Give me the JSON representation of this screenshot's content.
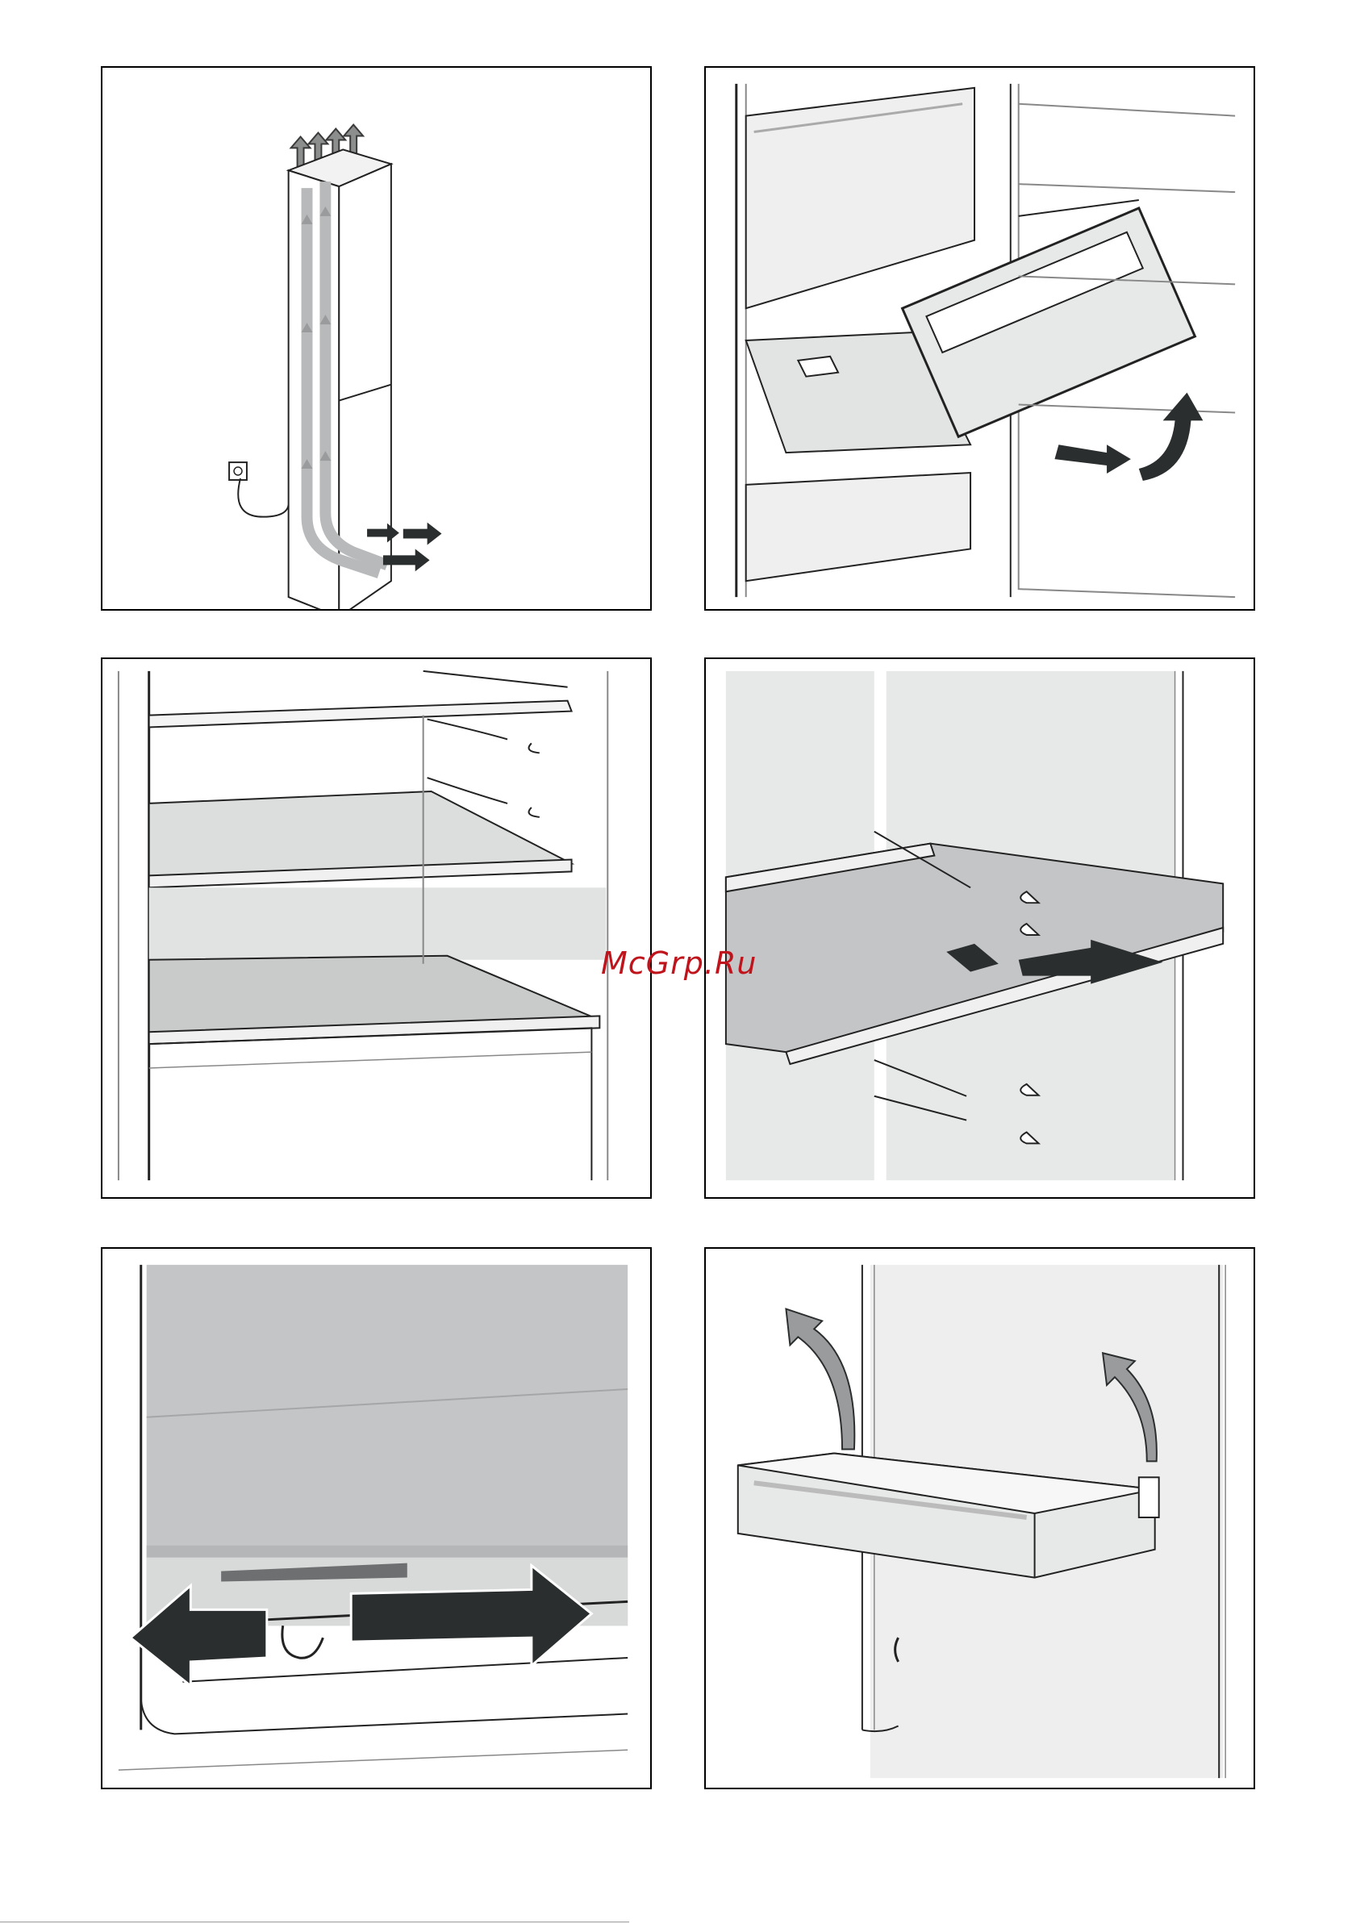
{
  "watermark": "McGrp.Ru",
  "colors": {
    "dark_arrow": "#2b2e2e",
    "panel_border": "#000000",
    "light_gray": "#e7e8e8",
    "mid_gray": "#c4c5c6",
    "watermark": "#c0141c"
  },
  "panels": [
    {
      "icon": "ventilation-airflow-illustration"
    },
    {
      "icon": "freezer-drawer-removal-illustration"
    },
    {
      "icon": "glass-shelves-illustration"
    },
    {
      "icon": "shelf-slide-out-illustration"
    },
    {
      "icon": "sliding-cover-illustration"
    },
    {
      "icon": "door-shelf-lift-illustration"
    }
  ]
}
